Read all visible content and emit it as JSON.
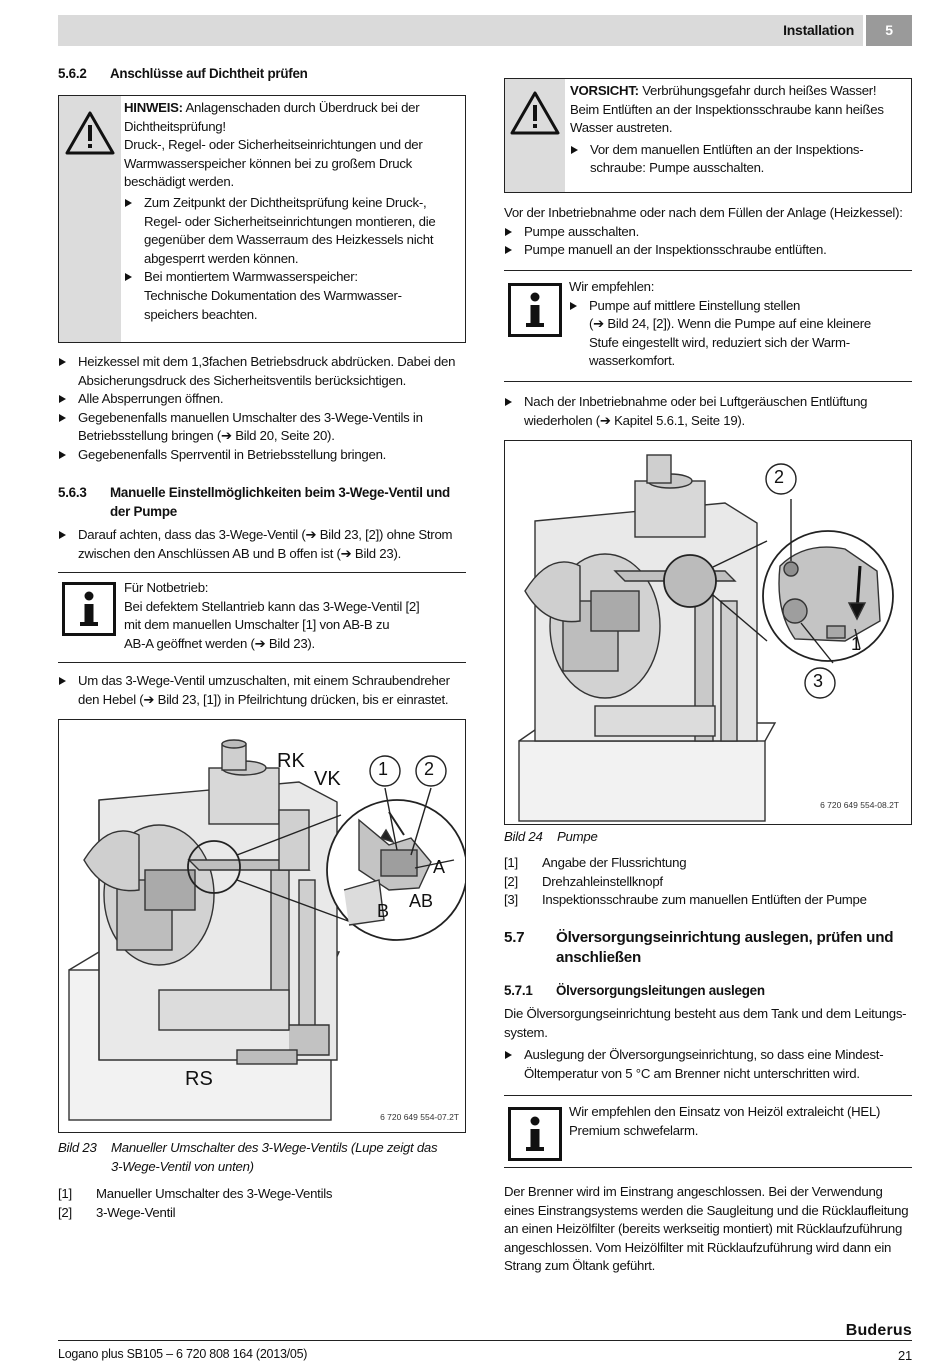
{
  "header": {
    "title": "Installation",
    "chapter": "5"
  },
  "left": {
    "s562_num": "5.6.2",
    "s562_title": "Anschlüsse auf Dichtheit prüfen",
    "note": {
      "label": "HINWEIS:",
      "line1_rest": " Anlagenschaden durch Überdruck bei der",
      "line2": "Dichtheitsprüfung!",
      "para": [
        "Druck-, Regel- oder Sicherheitseinrichtungen und der",
        "Warmwasserspeicher können bei zu großem Druck",
        "beschädigt werden."
      ],
      "bullet1": [
        "Zum Zeitpunkt der Dichtheitsprüfung keine Druck-,",
        "Regel- oder Sicherheitseinrichtungen montieren, die",
        "gegenüber dem Wasserraum des Heizkessels nicht",
        "abgesperrt werden können."
      ],
      "bullet2": [
        "Bei montiertem Warmwasserspeicher:",
        "Technische Dokumentation des Warmwasser-",
        "speichers beachten."
      ]
    },
    "steps": [
      [
        "Heizkessel mit dem 1,3fachen Betriebsdruck abdrücken. Dabei den",
        "Absicherungsdruck des Sicherheitsventils berücksichtigen."
      ],
      [
        "Alle Absperrungen öffnen."
      ],
      [
        "Gegebenenfalls manuellen Umschalter des 3-Wege-Ventils in",
        "Betriebsstellung bringen (➔ Bild  20, Seite  20)."
      ],
      [
        "Gegebenenfalls Sperrventil in Betriebsstellung bringen."
      ]
    ],
    "s563_num": "5.6.3",
    "s563_title_l1": "Manuelle Einstellmöglichkeiten beim 3-Wege-Ventil und",
    "s563_title_l2": "der Pumpe",
    "s563_step": [
      "Darauf achten, dass das 3-Wege-Ventil (➔ Bild 23, [2]) ohne Strom",
      "zwischen den Anschlüssen AB und B offen ist (➔ Bild 23)."
    ],
    "info1": [
      "Für Notbetrieb:",
      "Bei defektem Stellantrieb kann das 3-Wege-Ventil [2]",
      "mit dem manuellen Umschalter [1] von AB-B zu",
      "AB-A geöffnet werden (➔ Bild 23)."
    ],
    "s563_step2": [
      "Um das 3-Wege-Ventil umzuschalten, mit einem Schraubendreher",
      "den Hebel (➔ Bild 23, [1]) in Pfeilrichtung drücken, bis er einrastet."
    ],
    "fig23": {
      "labels": {
        "rk": "RK",
        "vk": "VK",
        "rs": "RS",
        "a": "A",
        "b": "B",
        "ab": "AB",
        "c1": "1",
        "c2": "2"
      },
      "id": "6 720 649 554-07.2T",
      "cap_num": "Bild 23",
      "cap_l1": "Manueller Umschalter des 3-Wege-Ventils (Lupe zeigt das",
      "cap_l2": "3-Wege-Ventil von unten)",
      "legend": [
        [
          "[1]",
          "Manueller Umschalter des 3-Wege-Ventils"
        ],
        [
          "[2]",
          "3-Wege-Ventil"
        ]
      ]
    }
  },
  "right": {
    "caution": {
      "label": "VORSICHT:",
      "line1_rest": " Verbrühungsgefahr durch heißes Wasser!",
      "para": [
        "Beim Entlüften an der Inspektionsschraube kann heißes",
        "Wasser austreten."
      ],
      "bullet": [
        "Vor dem manuellen Entlüften an der Inspektions-",
        "schraube: Pumpe ausschalten."
      ]
    },
    "intro": "Vor der Inbetriebnahme oder nach dem Füllen der Anlage (Heizkessel):",
    "steps": [
      "Pumpe ausschalten.",
      "Pumpe manuell an der Inspektionsschraube entlüften."
    ],
    "info": {
      "head": "Wir empfehlen:",
      "bullet": [
        "Pumpe auf mittlere Einstellung stellen",
        "(➔ Bild 24, [2]). Wenn die Pumpe auf eine kleinere",
        "Stufe eingestellt wird, reduziert sich der Warm-",
        "wasserkomfort."
      ]
    },
    "step_after": [
      "Nach der Inbetriebnahme oder bei Luftgeräuschen Entlüftung",
      "wiederholen (➔ Kapitel  5.6.1, Seite 19)."
    ],
    "fig24": {
      "labels": {
        "c1": "1",
        "c2": "2",
        "c3": "3"
      },
      "id": "6 720 649 554-08.2T",
      "cap_num": "Bild 24",
      "cap_text": "Pumpe",
      "legend": [
        [
          "[1]",
          "Angabe der Flussrichtung"
        ],
        [
          "[2]",
          "Drehzahleinstellknopf"
        ],
        [
          "[3]",
          "Inspektionsschraube zum manuellen Entlüften der Pumpe"
        ]
      ]
    },
    "s57_num": "5.7",
    "s57_title_l1": "Ölversorgungseinrichtung auslegen, prüfen und",
    "s57_title_l2": "anschließen",
    "s571_num": "5.7.1",
    "s571_title": "Ölversorgungsleitungen auslegen",
    "s571_para": [
      "Die Ölversorgungseinrichtung besteht aus dem Tank und dem Leitungs-",
      "system."
    ],
    "s571_step": [
      "Auslegung der Ölversorgungseinrichtung, so dass eine Mindest-",
      "Öltemperatur von 5 °C am Brenner nicht unterschritten wird."
    ],
    "info2": [
      "Wir empfehlen den Einsatz von Heizöl extraleicht (HEL)",
      "Premium schwefelarm."
    ],
    "final_para": [
      "Der Brenner wird im Einstrang angeschlossen. Bei der Verwendung",
      "eines Einstrangsystems werden die Saugleitung und die Rücklaufleitung",
      "an einen Heizölfilter (bereits werkseitig montiert) mit Rücklaufzuführung",
      "angeschlossen. Vom Heizölfilter mit Rücklaufzuführung wird dann ein",
      "Strang zum Öltank geführt."
    ]
  },
  "footer": {
    "left": "Logano plus SB105 – 6 720 808 164 (2013/05)",
    "brand": "Buderus",
    "page": "21"
  }
}
